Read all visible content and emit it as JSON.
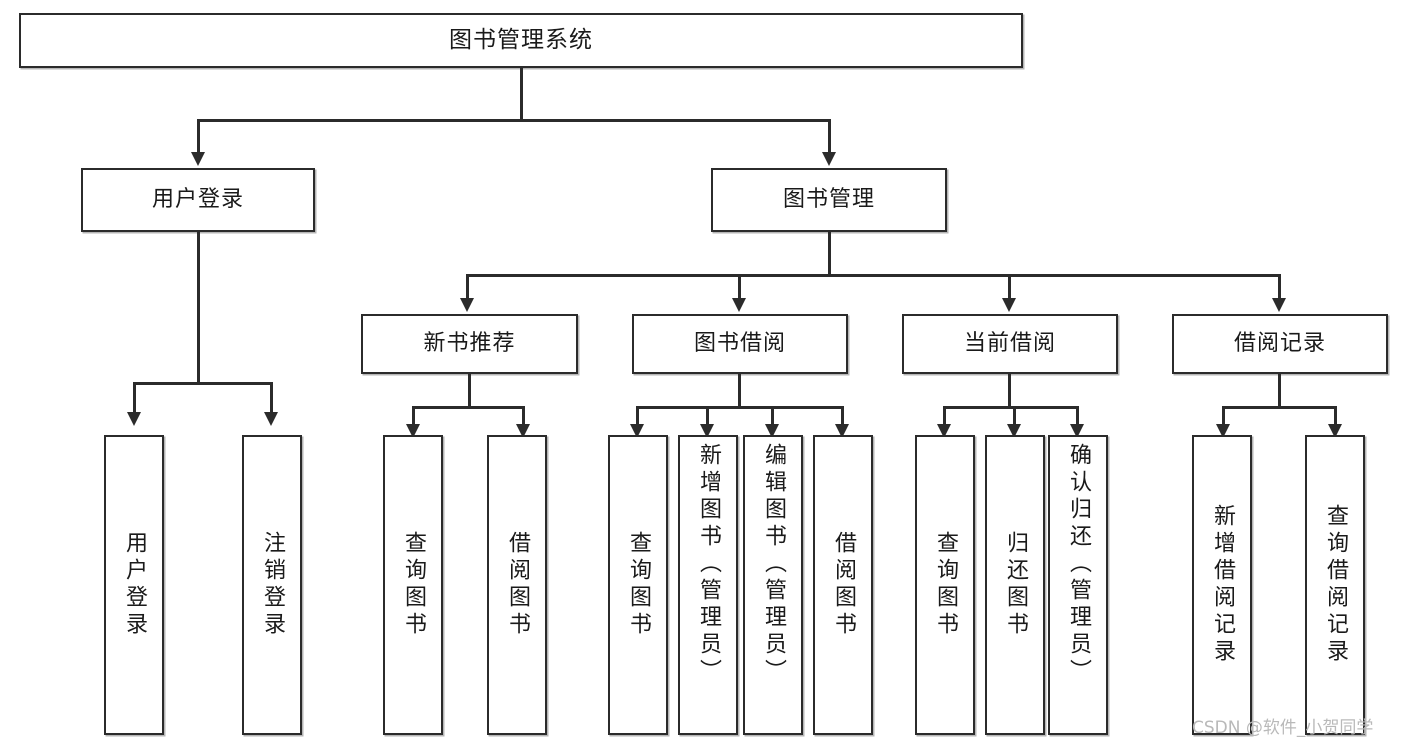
{
  "diagram": {
    "type": "tree",
    "title": "图书管理系统",
    "watermark": "CSDN @软件_小贺同学",
    "colors": {
      "stroke": "#2b2b2b",
      "fill": "#ffffff",
      "text": "#1a1a1a",
      "watermark": "#b9b9b9"
    },
    "nodes": {
      "root": {
        "label": "图书管理系统"
      },
      "level2": [
        {
          "id": "user-login",
          "label": "用户登录"
        },
        {
          "id": "book-management",
          "label": "图书管理"
        }
      ],
      "level3": [
        {
          "id": "new-book-recommend",
          "label": "新书推荐"
        },
        {
          "id": "book-borrow",
          "label": "图书借阅"
        },
        {
          "id": "current-borrow",
          "label": "当前借阅"
        },
        {
          "id": "borrow-record",
          "label": "借阅记录"
        }
      ],
      "leaves": {
        "user_login": [
          {
            "id": "leaf-user-login",
            "label": "用户登录"
          },
          {
            "id": "leaf-logout-login",
            "label": "注销登录"
          }
        ],
        "new_book_recommend": [
          {
            "id": "leaf-query-book-1",
            "label": "查询图书"
          },
          {
            "id": "leaf-borrow-book-1",
            "label": "借阅图书"
          }
        ],
        "book_borrow": [
          {
            "id": "leaf-query-book-2",
            "label": "查询图书"
          },
          {
            "id": "leaf-add-book",
            "label": "新增图书（管理员）"
          },
          {
            "id": "leaf-edit-book",
            "label": "编辑图书（管理员）"
          },
          {
            "id": "leaf-borrow-book-2",
            "label": "借阅图书"
          }
        ],
        "current_borrow": [
          {
            "id": "leaf-query-book-3",
            "label": "查询图书"
          },
          {
            "id": "leaf-return-book",
            "label": "归还图书"
          },
          {
            "id": "leaf-confirm-return",
            "label": "确认归还（管理员）"
          }
        ],
        "borrow_record": [
          {
            "id": "leaf-add-record",
            "label": "新增借阅记录"
          },
          {
            "id": "leaf-query-record",
            "label": "查询借阅记录"
          }
        ]
      }
    }
  }
}
